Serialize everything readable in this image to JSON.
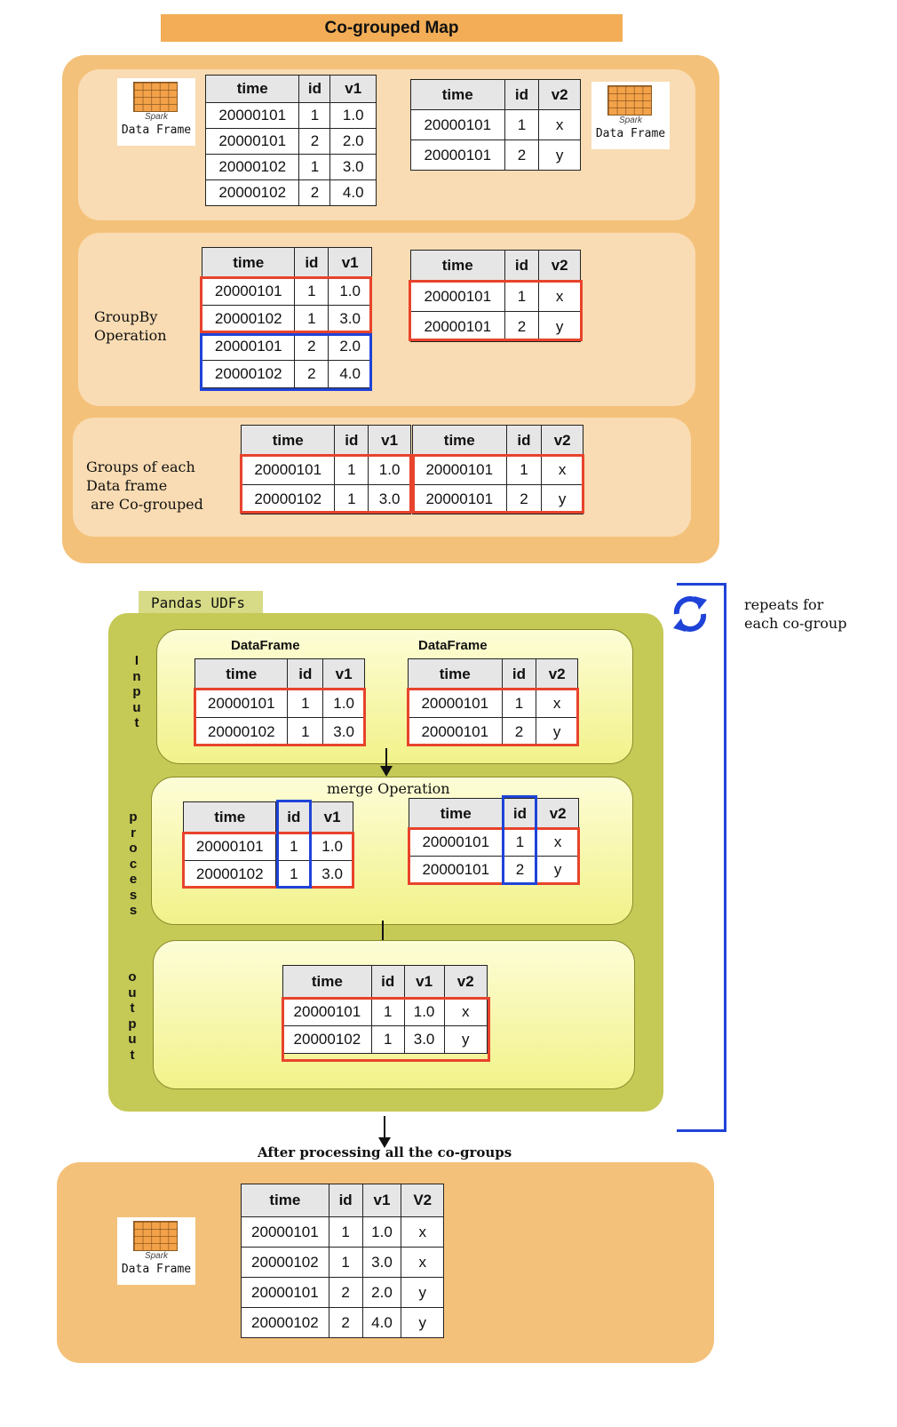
{
  "title": "Co-grouped Map",
  "spark_logo": {
    "brand": "Spark",
    "label": "Data Frame"
  },
  "row1": {
    "left_table": {
      "headers": [
        "time",
        "id",
        "v1"
      ],
      "rows": [
        [
          "20000101",
          "1",
          "1.0"
        ],
        [
          "20000101",
          "2",
          "2.0"
        ],
        [
          "20000102",
          "1",
          "3.0"
        ],
        [
          "20000102",
          "2",
          "4.0"
        ]
      ]
    },
    "right_table": {
      "headers": [
        "time",
        "id",
        "v2"
      ],
      "rows": [
        [
          "20000101",
          "1",
          "x"
        ],
        [
          "20000101",
          "2",
          "y"
        ]
      ]
    }
  },
  "row2": {
    "label": "GroupBy\nOperation",
    "left_table": {
      "headers": [
        "time",
        "id",
        "v1"
      ],
      "rows": [
        [
          "20000101",
          "1",
          "1.0"
        ],
        [
          "20000102",
          "1",
          "3.0"
        ],
        [
          "20000101",
          "2",
          "2.0"
        ],
        [
          "20000102",
          "2",
          "4.0"
        ]
      ]
    },
    "right_table": {
      "headers": [
        "time",
        "id",
        "v2"
      ],
      "rows": [
        [
          "20000101",
          "1",
          "x"
        ],
        [
          "20000101",
          "2",
          "y"
        ]
      ]
    }
  },
  "row3": {
    "label": "Groups of each\nData frame\n are Co-grouped",
    "left_table": {
      "headers": [
        "time",
        "id",
        "v1"
      ],
      "rows": [
        [
          "20000101",
          "1",
          "1.0"
        ],
        [
          "20000102",
          "1",
          "3.0"
        ]
      ]
    },
    "right_table": {
      "headers": [
        "time",
        "id",
        "v2"
      ],
      "rows": [
        [
          "20000101",
          "1",
          "x"
        ],
        [
          "20000101",
          "2",
          "y"
        ]
      ]
    }
  },
  "udf": {
    "tab_label": "Pandas UDFs",
    "input_label": "Input",
    "process_label": "process",
    "output_label": "output",
    "input_left_caption": "DataFrame",
    "input_right_caption": "DataFrame",
    "input_left": {
      "headers": [
        "time",
        "id",
        "v1"
      ],
      "rows": [
        [
          "20000101",
          "1",
          "1.0"
        ],
        [
          "20000102",
          "1",
          "3.0"
        ]
      ]
    },
    "input_right": {
      "headers": [
        "time",
        "id",
        "v2"
      ],
      "rows": [
        [
          "20000101",
          "1",
          "x"
        ],
        [
          "20000101",
          "2",
          "y"
        ]
      ]
    },
    "process_caption": "merge Operation",
    "process_left": {
      "headers": [
        "time",
        "id",
        "v1"
      ],
      "rows": [
        [
          "20000101",
          "1",
          "1.0"
        ],
        [
          "20000102",
          "1",
          "3.0"
        ]
      ]
    },
    "process_right": {
      "headers": [
        "time",
        "id",
        "v2"
      ],
      "rows": [
        [
          "20000101",
          "1",
          "x"
        ],
        [
          "20000101",
          "2",
          "y"
        ]
      ]
    },
    "output_table": {
      "headers": [
        "time",
        "id",
        "v1",
        "v2"
      ],
      "rows": [
        [
          "20000101",
          "1",
          "1.0",
          "x"
        ],
        [
          "20000102",
          "1",
          "3.0",
          "y"
        ]
      ]
    }
  },
  "repeat_label": "repeats for\neach co-group",
  "repeat_icon": "refresh-icon",
  "after_label": "After processing all the co-groups",
  "final_table": {
    "headers": [
      "time",
      "id",
      "v1",
      "V2"
    ],
    "rows": [
      [
        "20000101",
        "1",
        "1.0",
        "x"
      ],
      [
        "20000102",
        "1",
        "3.0",
        "x"
      ],
      [
        "20000101",
        "2",
        "2.0",
        "y"
      ],
      [
        "20000102",
        "2",
        "4.0",
        "y"
      ]
    ]
  },
  "colors": {
    "group_red": "#e8432c",
    "group_blue": "#1f43d8",
    "panel_orange": "#f4c17a",
    "panel_olive": "#c5c956"
  }
}
